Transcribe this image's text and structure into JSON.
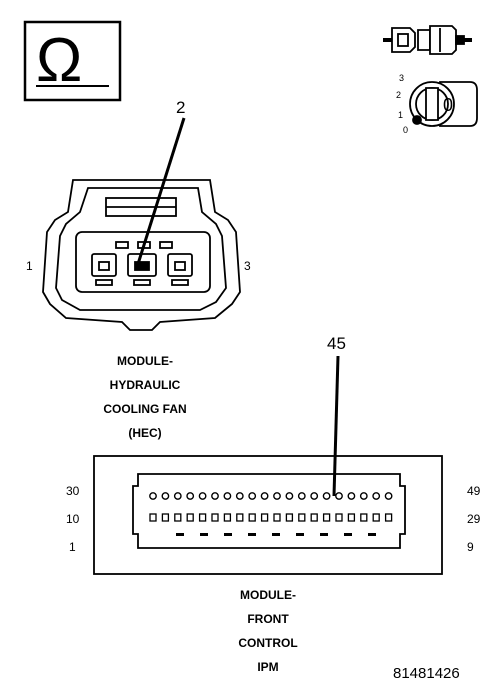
{
  "ohm_symbol": "Ω",
  "ignition": {
    "positions": [
      "3",
      "2",
      "1",
      "0"
    ],
    "key_label": "0"
  },
  "connector_hec": {
    "callout": "2",
    "pin_left": "1",
    "pin_right": "3",
    "title_lines": [
      "MODULE-",
      "HYDRAULIC",
      "COOLING FAN",
      "(HEC)"
    ]
  },
  "connector_ipm": {
    "callout": "45",
    "left_pins": [
      "30",
      "10",
      "1"
    ],
    "right_pins": [
      "49",
      "29",
      "9"
    ],
    "title_lines": [
      "MODULE-",
      "FRONT",
      "CONTROL",
      "IPM"
    ]
  },
  "figure_number": "81481426"
}
